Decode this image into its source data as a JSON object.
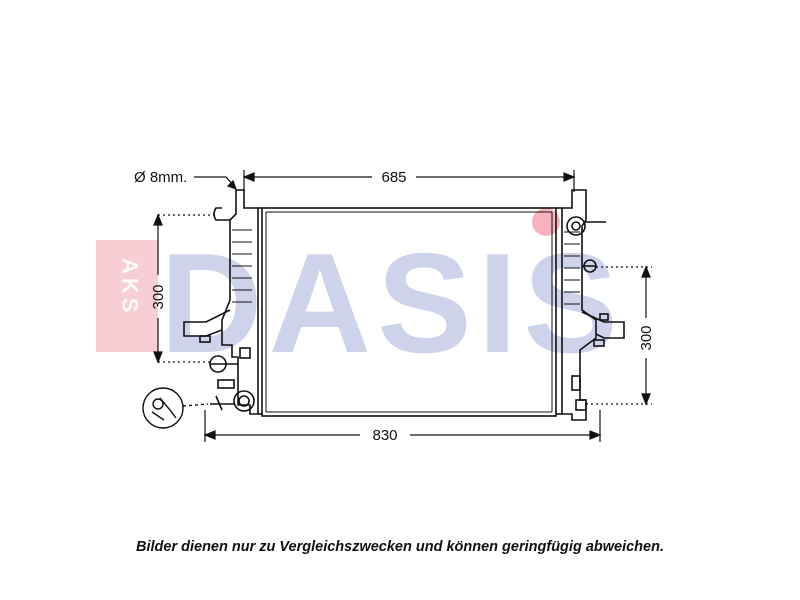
{
  "watermark": {
    "text": "DASIS",
    "side_text": "AKS",
    "color": "#c3c8e6",
    "side_color": "#f2b8c2"
  },
  "diagram": {
    "pin_label": "Ø 8mm.",
    "dim_top": "685",
    "dim_bottom": "830",
    "dim_left": "300",
    "dim_right": "300"
  },
  "caption": "Bilder dienen nur zu Vergleichszwecken und können geringfügig abweichen."
}
